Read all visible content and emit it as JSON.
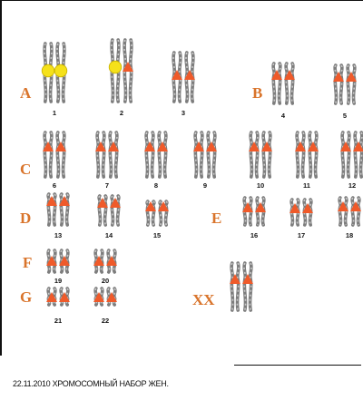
{
  "colors": {
    "group_letter": "#d9742b",
    "centromere_autosome": "#ef5a2a",
    "centromere_satellite": "#f5e11a",
    "chromosome_body": "#7d7d7d",
    "chromosome_band": "#c9c9c9",
    "frame": "#111111",
    "background": "#ffffff"
  },
  "groups": [
    {
      "letter": "A",
      "chromosomes": [
        "1",
        "2",
        "3"
      ]
    },
    {
      "letter": "B",
      "chromosomes": [
        "4",
        "5"
      ]
    },
    {
      "letter": "C",
      "chromosomes": [
        "6",
        "7",
        "8",
        "9",
        "10",
        "11",
        "12"
      ]
    },
    {
      "letter": "D",
      "chromosomes": [
        "13",
        "14",
        "15"
      ]
    },
    {
      "letter": "E",
      "chromosomes": [
        "16",
        "17",
        "18"
      ]
    },
    {
      "letter": "F",
      "chromosomes": [
        "19",
        "20"
      ]
    },
    {
      "letter": "G",
      "chromosomes": [
        "21",
        "22"
      ]
    },
    {
      "letter": "XX",
      "chromosomes": []
    }
  ],
  "caption": "22.11.2010 ХРОМОСОМНЫЙ  НАБОР ЖЕН."
}
